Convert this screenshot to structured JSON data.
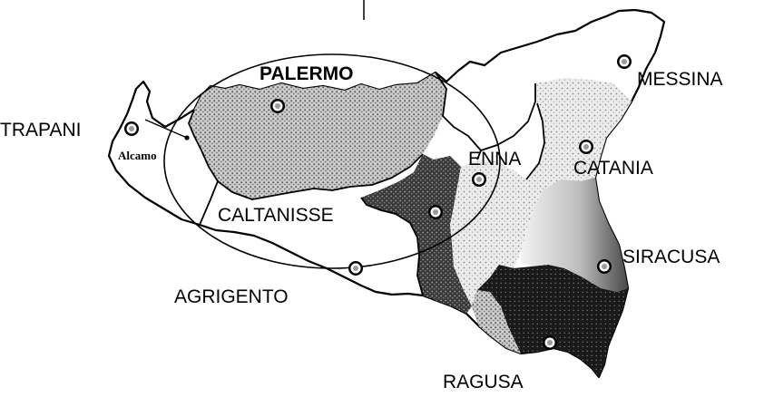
{
  "map": {
    "provinces": {
      "palermo": "PALERMO",
      "trapani": "TRAPANI",
      "messina": "MESSINA",
      "catania": "CATANIA",
      "enna": "ENNA",
      "caltanissetta": "CALTANISSE",
      "siracusa": "SIRACUSA",
      "ragusa": "RAGUSA",
      "agrigento": "AGRIGENTO"
    },
    "towns": {
      "alcamo": "Alcamo"
    },
    "icons": {
      "city_marker": "city-marker-icon"
    }
  }
}
